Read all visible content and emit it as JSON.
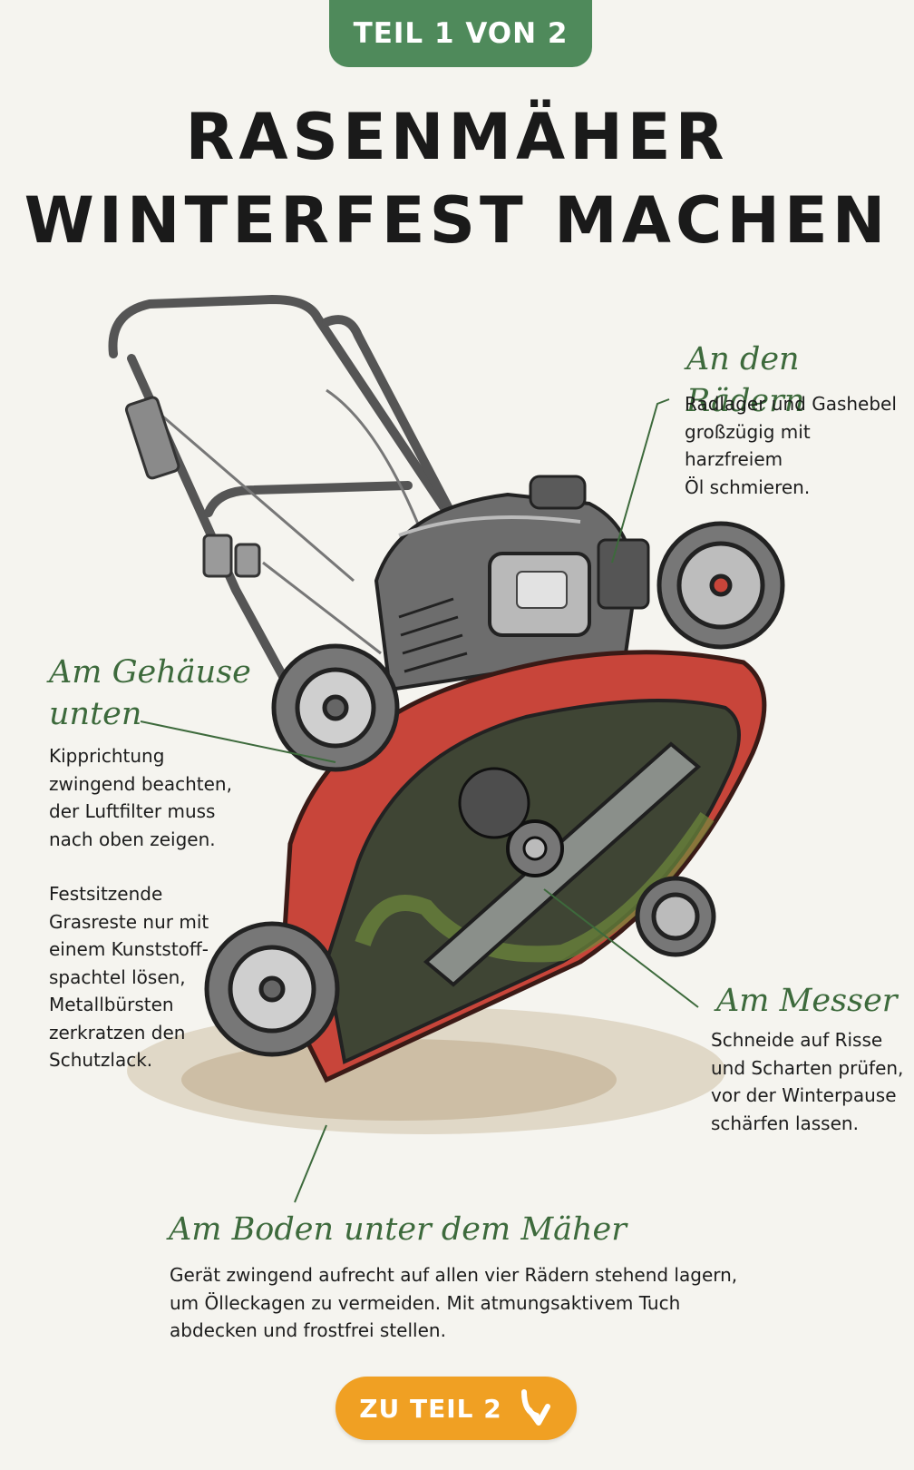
{
  "badge": {
    "label": "TEIL 1 VON 2"
  },
  "title": {
    "line1": "RASENMÄHER",
    "line2": "WINTERFEST MACHEN"
  },
  "callouts": {
    "wheels": {
      "heading": "An den Rädern",
      "lines": [
        "Radlager und Gashebel",
        "großzügig mit harzfreiem",
        "Öl schmieren."
      ]
    },
    "housing": {
      "heading_lines": [
        "Am Gehäuse",
        "unten"
      ],
      "lines": [
        "Kipprichtung",
        "zwingend beachten,",
        "der Luftfilter muss",
        "nach oben zeigen."
      ],
      "lines2": [
        "Festsitzende",
        "Grasreste nur mit",
        "einem Kunststoff-",
        "spachtel lösen,",
        "Metallbürsten",
        "zerkratzen den",
        "Schutzlack."
      ]
    },
    "blade": {
      "heading": "Am Messer",
      "lines": [
        "Schneide auf Risse",
        "und Scharten prüfen,",
        "vor der Winterpause",
        "schärfen lassen."
      ]
    },
    "ground": {
      "heading": "Am Boden unter dem Mäher",
      "lines": [
        "Gerät zwingend aufrecht auf allen vier Rädern stehend lagern,",
        "um Ölleckagen zu vermeiden. Mit atmungsaktivem Tuch",
        "abdecken und frostfrei stellen."
      ]
    }
  },
  "cta": {
    "label": "ZU TEIL 2",
    "icon": "arrow-down-right-icon"
  },
  "colors": {
    "badge": "#4f8a5b",
    "heading": "#3d6a3c",
    "cta": "#f0a023",
    "background": "#f5f4ef",
    "deck": "#c8453a"
  }
}
